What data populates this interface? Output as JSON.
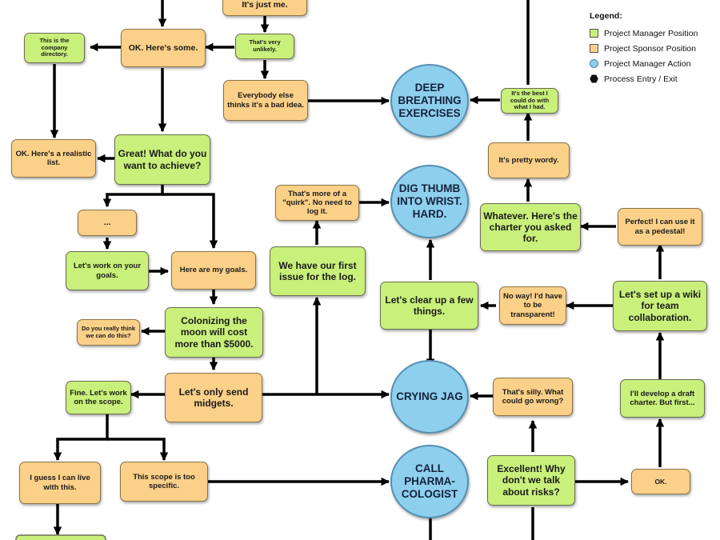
{
  "legend": {
    "title": "Legend:",
    "items": [
      {
        "label": "Project Manager Position",
        "color": "#c8f07a",
        "shape": "square"
      },
      {
        "label": "Project Sponsor Position",
        "color": "#fbd089",
        "shape": "square"
      },
      {
        "label": "Project Manager Action",
        "color": "#8fcfee",
        "shape": "circle"
      },
      {
        "label": "Process Entry / Exit",
        "color": "#111111",
        "shape": "hexagon"
      }
    ]
  },
  "nodes": {
    "its_just_me": "It's just me.",
    "company_directory": "This is the company directory.",
    "ok_heres_some": "OK. Here's some.",
    "very_unlikely": "That's very unlikely.",
    "everybody_else": "Everybody else thinks it's a bad idea.",
    "deep_breathing": "DEEP BREATHING EXERCISES",
    "best_i_could": "It's the best I could do with what I had.",
    "realistic_list": "OK. Here's a realistic list.",
    "great_achieve": "Great! What do you want to achieve?",
    "pretty_wordy": "It's pretty wordy.",
    "more_of_a_quirk": "That's more of a \"quirk\". No need to log it.",
    "dig_thumb": "DIG THUMB INTO WRIST. HARD.",
    "whatever_charter": "Whatever. Here's the charter you asked for.",
    "perfect_pedestal": "Perfect! I can use it as a pedestal!",
    "ellipsis": "...",
    "work_on_goals": "Let's work on your goals.",
    "here_are_goals": "Here are my goals.",
    "first_issue": "We have our first issue for the log.",
    "clear_up": "Let's clear up a few things.",
    "no_way": "No way! I'd have to be transparent!",
    "wiki": "Let's set up a wiki for team collaboration.",
    "really_think": "Do you really think we can do this?",
    "colonizing": "Colonizing the moon will cost more than $5000.",
    "fine_scope": "Fine. Let's work on the scope.",
    "only_midgets": "Let's only send midgets.",
    "crying_jag": "CRYING JAG",
    "thats_silly": "That's silly. What could go wrong?",
    "draft_charter": "I'll develop a draft charter. But first...",
    "i_guess": "I guess I can live with this.",
    "too_specific": "This scope is too specific.",
    "call_pharma": "CALL PHARMA- COLOGIST",
    "excellent_risks": "Excellent! Why don't we talk about risks?",
    "ok_small": "OK."
  }
}
